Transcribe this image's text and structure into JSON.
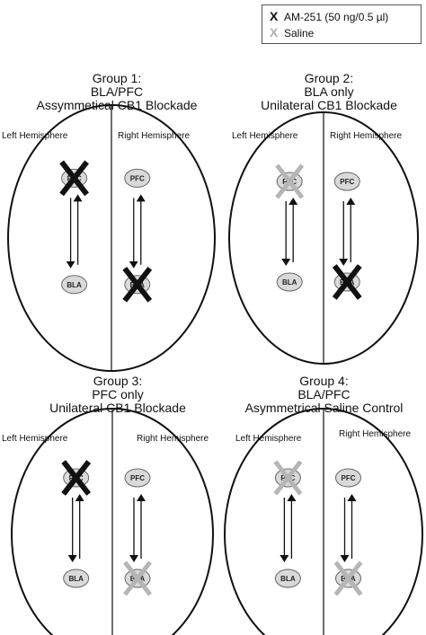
{
  "legend": {
    "items": [
      {
        "symbol": "X",
        "label": "AM-251 (50 ng/0.5 µl)",
        "color": "#111111"
      },
      {
        "symbol": "X",
        "label": "Saline",
        "color": "#b0b0b0"
      }
    ]
  },
  "colors": {
    "am251_mark": "#111111",
    "saline_mark": "#b5b5b5",
    "region_fill": "#d9d9d9",
    "outline": "#111111"
  },
  "groups": [
    {
      "title_lines": [
        "Group 1:",
        "BLA/PFC",
        "Assymmetical CB1 Blockade"
      ],
      "left_label": "Left Hemisphere",
      "right_label": "Right Hemisphere",
      "regions": [
        "PFC",
        "BLA",
        "PFC",
        "BLA"
      ],
      "marks": {
        "left_pfc": "am251",
        "left_bla": "none",
        "right_pfc": "none",
        "right_bla": "am251"
      }
    },
    {
      "title_lines": [
        "Group 2:",
        "BLA only",
        "Unilateral CB1 Blockade"
      ],
      "left_label": "Left Hemisphere",
      "right_label": "Right Hemisphere",
      "regions": [
        "PFC",
        "BLA",
        "PFC",
        "BLA"
      ],
      "marks": {
        "left_pfc": "saline",
        "left_bla": "none",
        "right_pfc": "none",
        "right_bla": "am251"
      }
    },
    {
      "title_lines": [
        "Group 3:",
        "PFC only",
        "Unilateral CB1 Blockade"
      ],
      "left_label": "Left Hemisphere",
      "right_label": "Right Hemisphere",
      "regions": [
        "PFC",
        "BLA",
        "PFC",
        "BLA"
      ],
      "marks": {
        "left_pfc": "am251",
        "left_bla": "none",
        "right_pfc": "none",
        "right_bla": "saline"
      }
    },
    {
      "title_lines": [
        "Group 4:",
        "BLA/PFC",
        "Asymmetrical Saline Control"
      ],
      "left_label": "Left Hemisphere",
      "right_label": "Right Hemisphere",
      "regions": [
        "PFC",
        "BLA",
        "PFC",
        "BLA"
      ],
      "marks": {
        "left_pfc": "saline",
        "left_bla": "none",
        "right_pfc": "none",
        "right_bla": "saline"
      }
    }
  ]
}
